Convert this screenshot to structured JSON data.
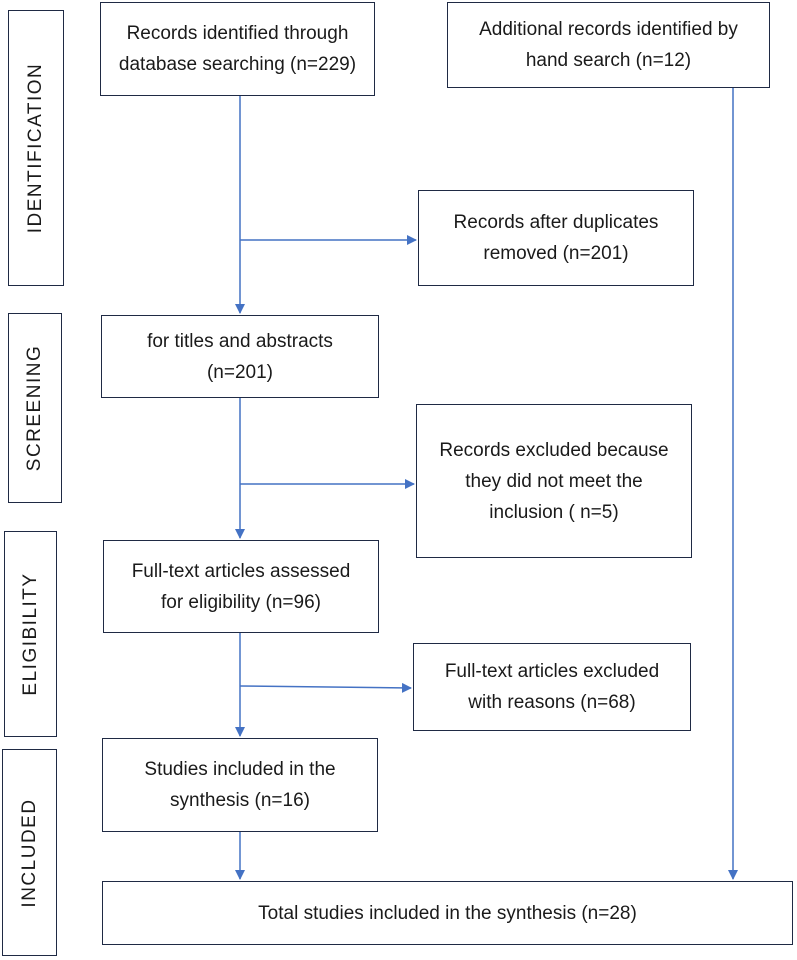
{
  "phases": {
    "identification": "IDENTIFICATION",
    "screening": "SCREENING",
    "eligibility": "ELIGIBILITY",
    "included": "INCLUDED"
  },
  "boxes": {
    "records_database": {
      "line1": "Records identified through",
      "line2": "database searching (n=229)"
    },
    "records_hand": {
      "line1": "Additional records identified by",
      "line2": "hand search (n=12)"
    },
    "duplicates_removed": {
      "line1": "Records after duplicates",
      "line2": "removed (n=201)"
    },
    "screened": {
      "line1": "for titles and abstracts",
      "line2": "(n=201)"
    },
    "excluded_records": {
      "line1": "Records excluded because",
      "line2": "they did not meet the",
      "line3": "inclusion ( n=5)"
    },
    "fulltext_assessed": {
      "line1": "Full-text articles assessed",
      "line2": "for eligibility (n=96)"
    },
    "fulltext_excluded": {
      "line1": "Full-text articles excluded",
      "line2": "with reasons (n=68)"
    },
    "studies_included": {
      "line1": "Studies included in the",
      "line2": "synthesis (n=16)"
    },
    "total_included": {
      "line1": "Total studies included in the synthesis (n=28)"
    }
  },
  "colors": {
    "arrow": "#4472c4",
    "border": "#1f2a44"
  }
}
